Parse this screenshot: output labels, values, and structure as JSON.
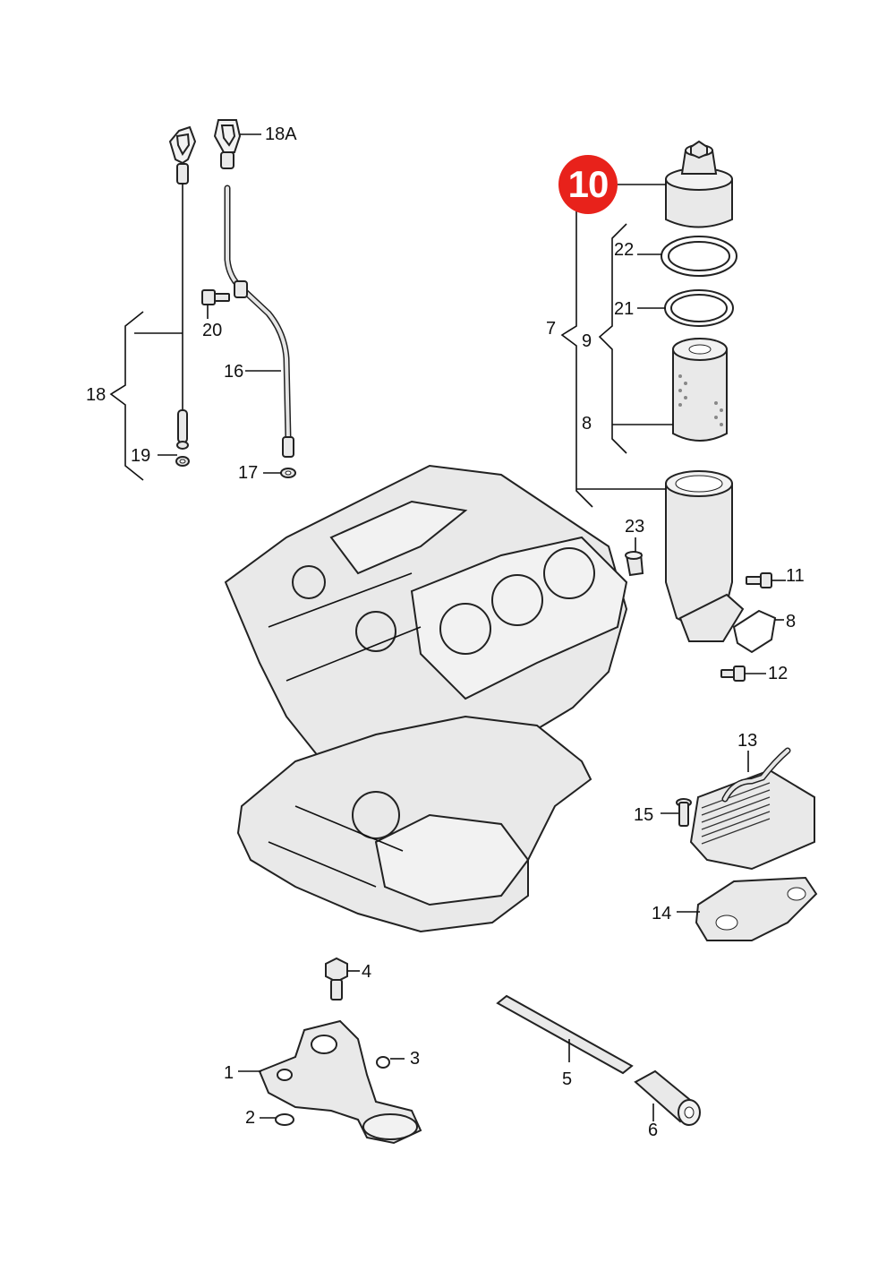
{
  "badge": {
    "text": "10",
    "color": "#e8221b"
  },
  "labels": {
    "l18A": "18A",
    "l18": "18",
    "l19": "19",
    "l20": "20",
    "l16": "16",
    "l17": "17",
    "l7": "7",
    "l9": "9",
    "l8a": "8",
    "l22": "22",
    "l21": "21",
    "l23": "23",
    "l11": "11",
    "l8b": "8",
    "l12": "12",
    "l13": "13",
    "l15": "15",
    "l14": "14",
    "l4": "4",
    "l3": "3",
    "l1": "1",
    "l2": "2",
    "l5": "5",
    "l6": "6"
  },
  "colors": {
    "part_fill": "#e9e9e9",
    "outline": "#222222",
    "label": "#111111"
  }
}
